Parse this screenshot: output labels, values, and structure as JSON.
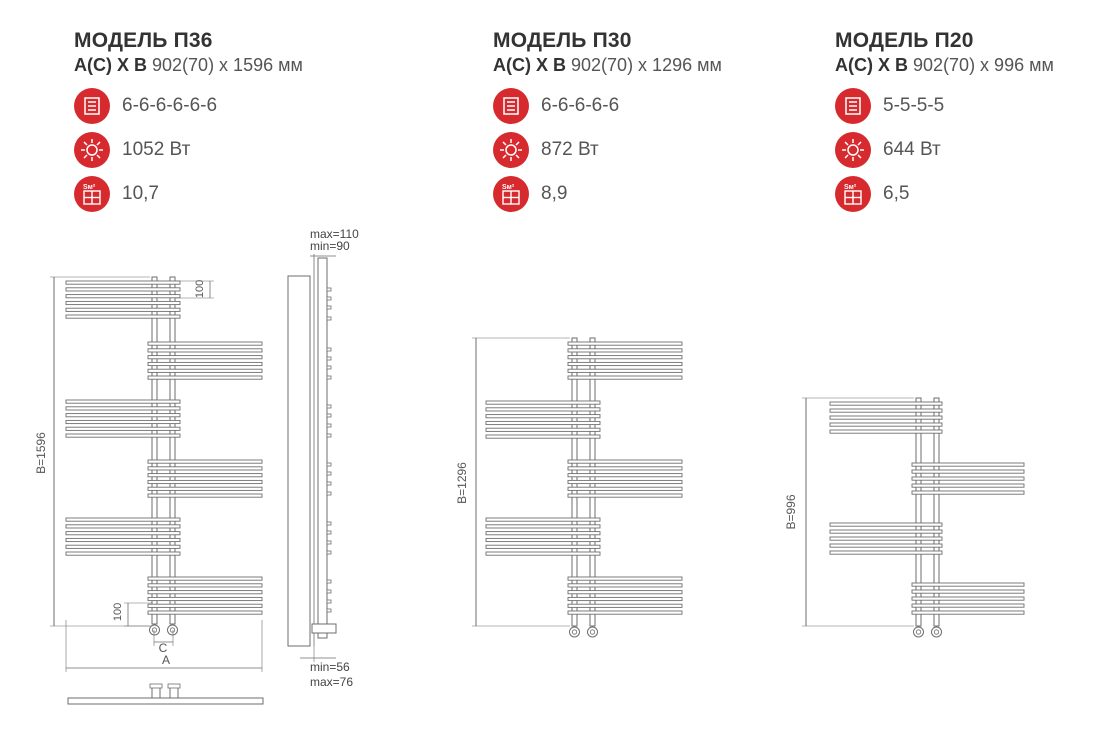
{
  "models": [
    {
      "title": "МОДЕЛЬ П36",
      "dims_label": "А(С) Х В",
      "dims_value": "902(70) х 1596 мм",
      "sections": "6-6-6-6-6-6",
      "power": "1052 Вт",
      "area": "10,7"
    },
    {
      "title": "МОДЕЛЬ П30",
      "dims_label": "А(С) Х В",
      "dims_value": "902(70) х 1296 мм",
      "sections": "6-6-6-6-6",
      "power": "872 Вт",
      "area": "8,9"
    },
    {
      "title": "МОДЕЛЬ П20",
      "dims_label": "А(С) Х В",
      "dims_value": "902(70) х 996 мм",
      "sections": "5-5-5-5",
      "power": "644 Вт",
      "area": "6,5"
    }
  ],
  "icons": {
    "sections": "radiator-sections-icon",
    "power": "sun-heat-icon",
    "area": "room-area-icon",
    "area_label": "Sм²"
  },
  "drawings": {
    "p36": {
      "height_label": "B=1596",
      "spacing_top": "100",
      "spacing_bottom": "100",
      "c_label": "C",
      "a_label": "A"
    },
    "side": {
      "top_max": "max=110",
      "top_min": "min=90",
      "bottom_min": "min=56",
      "bottom_max": "max=76"
    },
    "p30": {
      "height_label": "B=1296"
    },
    "p20": {
      "height_label": "B=996"
    }
  },
  "colors": {
    "accent": "#d72a2f",
    "line": "#6a6a6a"
  }
}
